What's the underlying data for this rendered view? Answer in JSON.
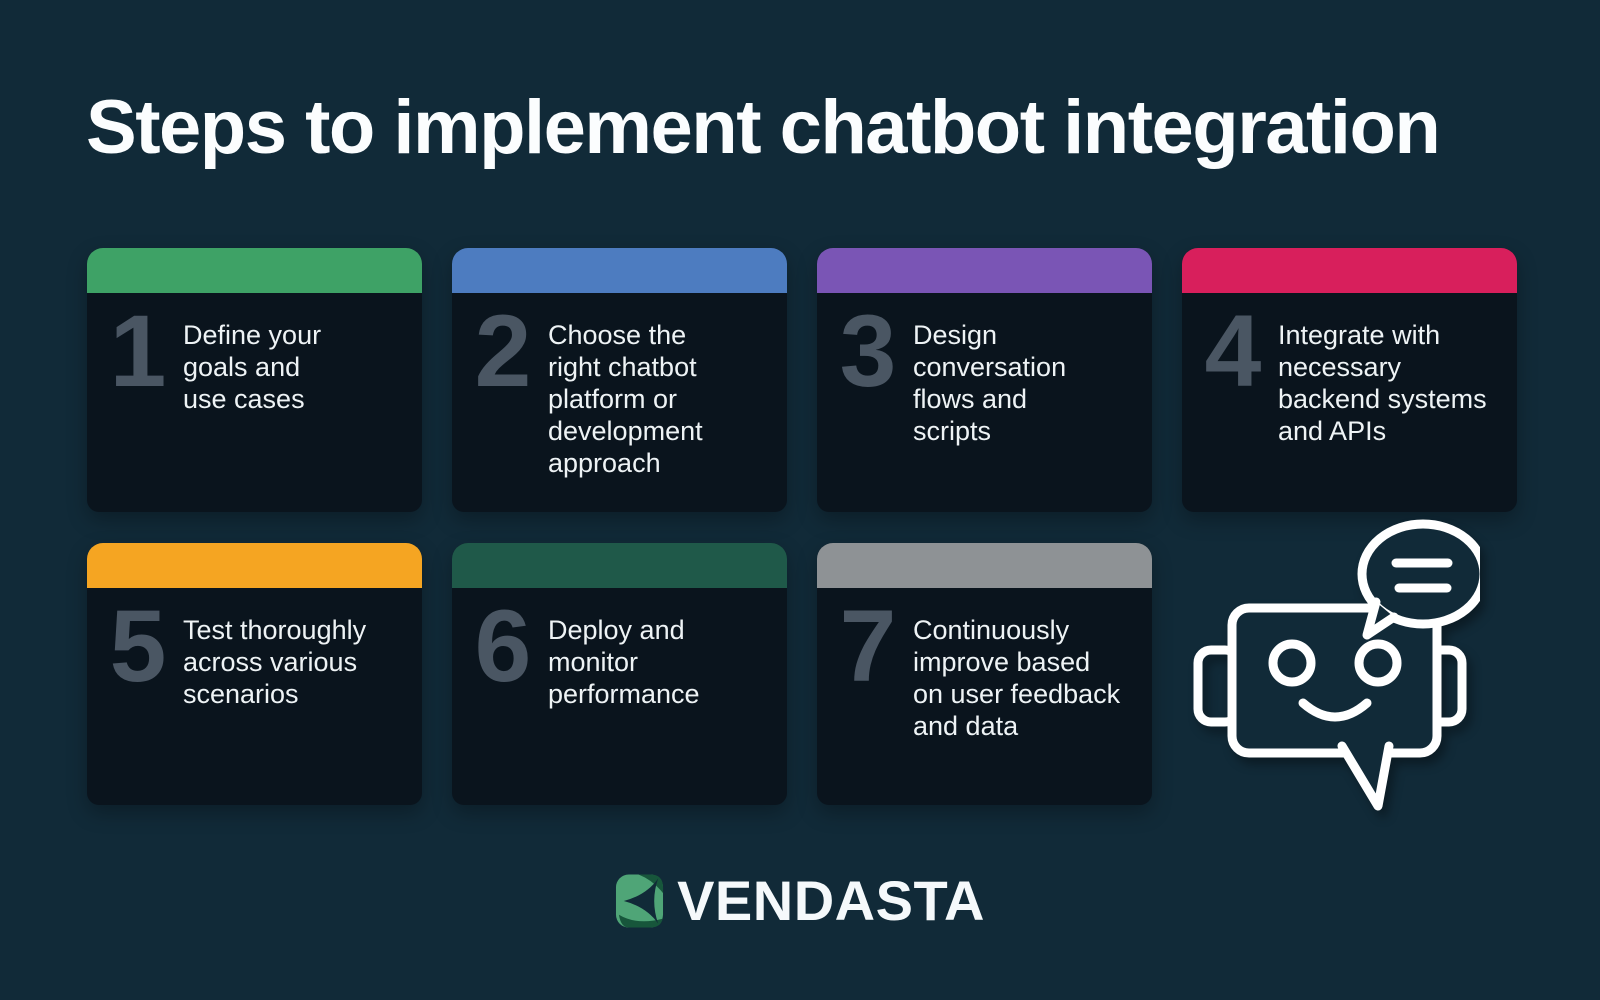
{
  "title": "Steps to implement chatbot integration",
  "steps": [
    {
      "number": "1",
      "text": "Define your\ngoals and\nuse cases",
      "color": "#3ea266"
    },
    {
      "number": "2",
      "text": "Choose the\nright chatbot\nplatform or\ndevelopment\napproach",
      "color": "#4d7cc0"
    },
    {
      "number": "3",
      "text": "Design\nconversation\nflows and\nscripts",
      "color": "#7a55b5"
    },
    {
      "number": "4",
      "text": "Integrate with\nnecessary\nbackend systems\nand APIs",
      "color": "#d81f5c"
    },
    {
      "number": "5",
      "text": "Test thoroughly\nacross various\nscenarios",
      "color": "#f5a522"
    },
    {
      "number": "6",
      "text": "Deploy and\nmonitor\nperformance",
      "color": "#1f5949"
    },
    {
      "number": "7",
      "text": "Continuously\nimprove based\non user feedback\nand data",
      "color": "#8e9295"
    }
  ],
  "footer": {
    "brand": "VENDASTA"
  },
  "icons": {
    "chatbot": "chatbot-robot-with-speech-bubble-icon",
    "brand_mark": "vendasta-logo-mark-icon"
  },
  "colors": {
    "background": "#112a38",
    "card_background": "#0a141d",
    "step_number": "#4a5663",
    "title_text": "#fbfdfe",
    "step_text": "#eef3f5",
    "icon_stroke": "#ffffff",
    "logo_green": "#4fa577",
    "logo_dark_green": "#17563b"
  }
}
